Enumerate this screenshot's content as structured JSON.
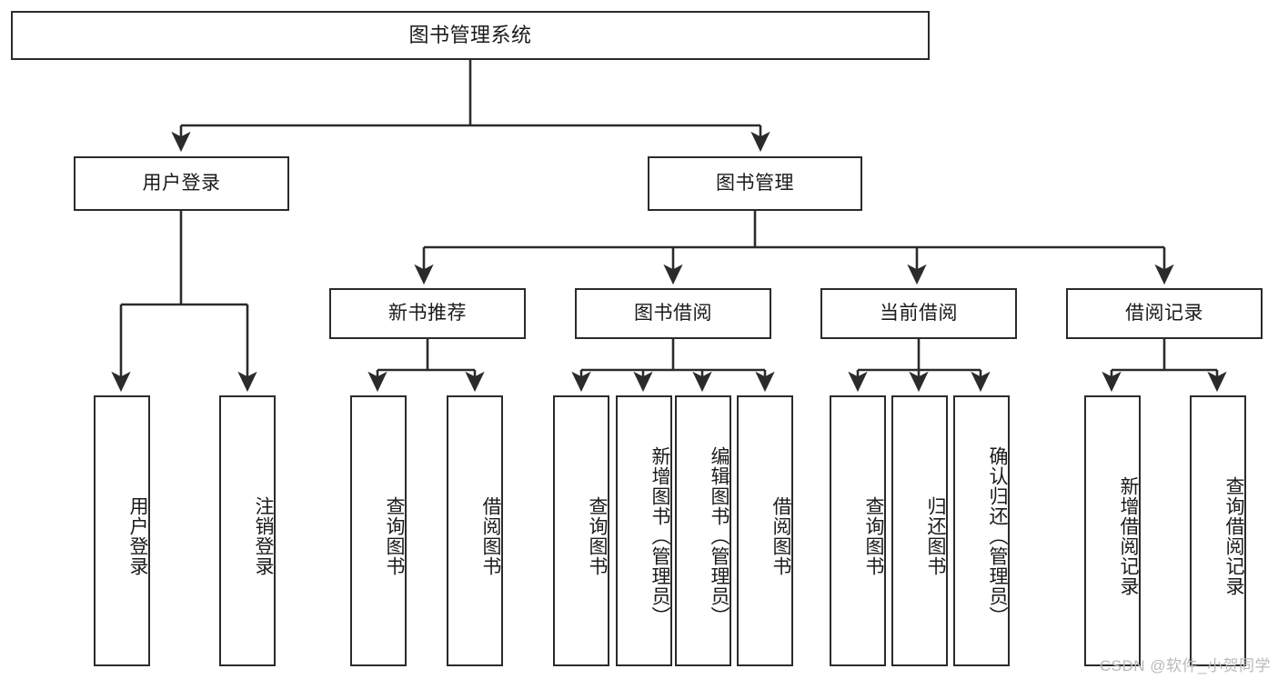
{
  "diagram": {
    "title": "图书管理系统",
    "type": "tree-hierarchy",
    "root": {
      "id": "root",
      "label": "图书管理系统"
    },
    "level2": [
      {
        "id": "user-login",
        "label": "用户登录"
      },
      {
        "id": "book-management",
        "label": "图书管理"
      }
    ],
    "level3": [
      {
        "id": "new-book-recommend",
        "label": "新书推荐",
        "parent": "book-management"
      },
      {
        "id": "book-borrow",
        "label": "图书借阅",
        "parent": "book-management"
      },
      {
        "id": "current-borrow",
        "label": "当前借阅",
        "parent": "book-management"
      },
      {
        "id": "borrow-record",
        "label": "借阅记录",
        "parent": "book-management"
      }
    ],
    "leaves": {
      "user_login": [
        {
          "id": "leaf-user-login",
          "label": "用户登录"
        },
        {
          "id": "leaf-logout",
          "label": "注销登录"
        }
      ],
      "new_book_recommend": [
        {
          "id": "leaf-query-book-1",
          "label": "查询图书"
        },
        {
          "id": "leaf-borrow-book-1",
          "label": "借阅图书"
        }
      ],
      "book_borrow": [
        {
          "id": "leaf-query-book-2",
          "label": "查询图书"
        },
        {
          "id": "leaf-add-book",
          "label": "新增图书（管理员）"
        },
        {
          "id": "leaf-edit-book",
          "label": "编辑图书（管理员）"
        },
        {
          "id": "leaf-borrow-book-2",
          "label": "借阅图书"
        }
      ],
      "current_borrow": [
        {
          "id": "leaf-query-book-3",
          "label": "查询图书"
        },
        {
          "id": "leaf-return-book",
          "label": "归还图书"
        },
        {
          "id": "leaf-confirm-return",
          "label": "确认归还（管理员）"
        }
      ],
      "borrow_record": [
        {
          "id": "leaf-add-record",
          "label": "新增借阅记录"
        },
        {
          "id": "leaf-query-record",
          "label": "查询借阅记录"
        }
      ]
    }
  },
  "watermark": {
    "text": "CSDN @软件_小贺同学"
  },
  "colors": {
    "stroke": "#2b2b2b",
    "background": "#ffffff",
    "text": "#1a1a1a",
    "watermark": "#b9b9b9"
  }
}
